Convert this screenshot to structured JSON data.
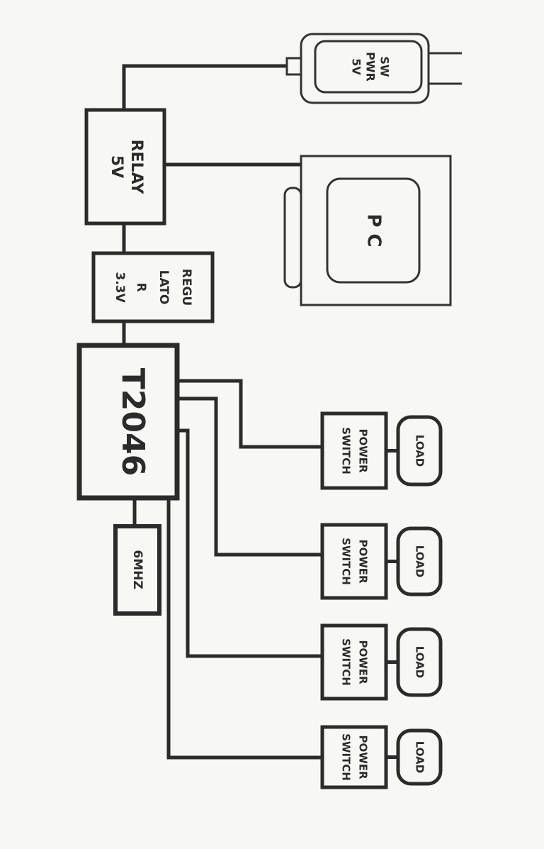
{
  "adapter": {
    "lines": [
      "SW",
      "PWR",
      "5V"
    ]
  },
  "relay": {
    "lines": [
      "RELAY",
      "5V"
    ]
  },
  "pc": {
    "label": "P C"
  },
  "regulator": {
    "lines": [
      "REGU",
      "LATO",
      "R",
      "3.3V"
    ]
  },
  "controller": {
    "label": "T2046"
  },
  "crystal": {
    "label": "6MHZ"
  },
  "channels": [
    {
      "switch": [
        "POWER",
        "SWITCH"
      ],
      "load": "LOAD"
    },
    {
      "switch": [
        "POWER",
        "SWITCH"
      ],
      "load": "LOAD"
    },
    {
      "switch": [
        "POWER",
        "SWITCH"
      ],
      "load": "LOAD"
    },
    {
      "switch": [
        "POWER",
        "SWITCH"
      ],
      "load": "LOAD"
    }
  ]
}
